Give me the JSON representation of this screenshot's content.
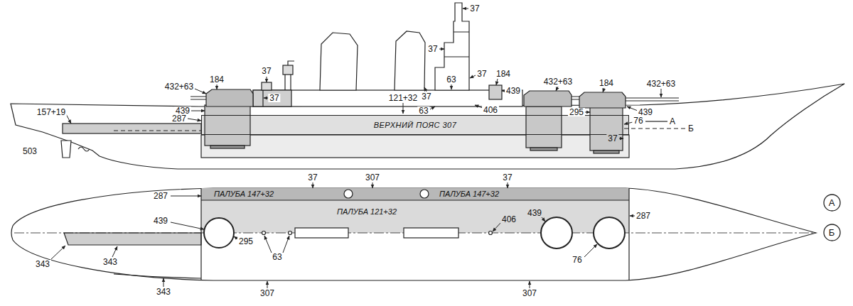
{
  "diagram": {
    "nodes": [
      {
        "text": [
          "ВЕРХНИЙ ПОЯС 307"
        ]
      },
      {
        "text": [
          "А"
        ]
      },
      {
        "text": [
          "Б"
        ]
      }
    ],
    "labels": [
      "37",
      "37",
      "37",
      "37",
      "184",
      "432+63",
      "184",
      "432+63",
      "184",
      "432+63",
      "63",
      "439",
      "37",
      "121+32",
      "37",
      "157+19",
      "439",
      "63",
      "406",
      "295",
      "439",
      "287",
      "76",
      "А",
      "Б",
      "37",
      "503",
      "37",
      "307",
      "37",
      "287",
      "ПАЛУБА 147+32",
      "ПАЛУБА 147+32",
      "ПАЛУБА 121+32",
      "439",
      "295",
      "63",
      "406",
      "439",
      "287",
      "76",
      "343",
      "343",
      "343",
      "307",
      "307"
    ]
  }
}
